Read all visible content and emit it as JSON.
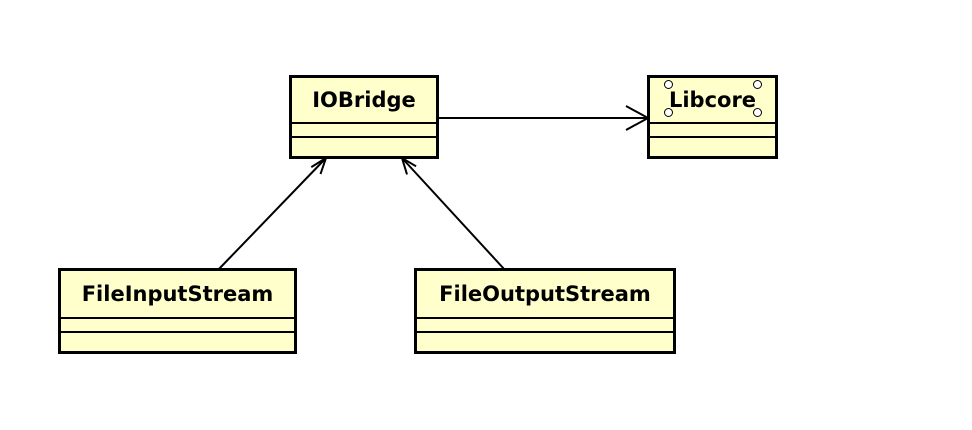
{
  "diagram": {
    "fill_color": "#ffffcc",
    "stroke_color": "#000000",
    "classes": {
      "iobridge": {
        "name": "IOBridge"
      },
      "libcore": {
        "name": "Libcore",
        "icon": "component-icon"
      },
      "fileinputstream": {
        "name": "FileInputStream"
      },
      "fileoutputstream": {
        "name": "FileOutputStream"
      }
    },
    "relations": [
      {
        "from": "IOBridge",
        "to": "Libcore",
        "type": "navigable-association"
      },
      {
        "from": "FileInputStream",
        "to": "IOBridge",
        "type": "navigable-association"
      },
      {
        "from": "FileOutputStream",
        "to": "IOBridge",
        "type": "navigable-association"
      }
    ]
  }
}
